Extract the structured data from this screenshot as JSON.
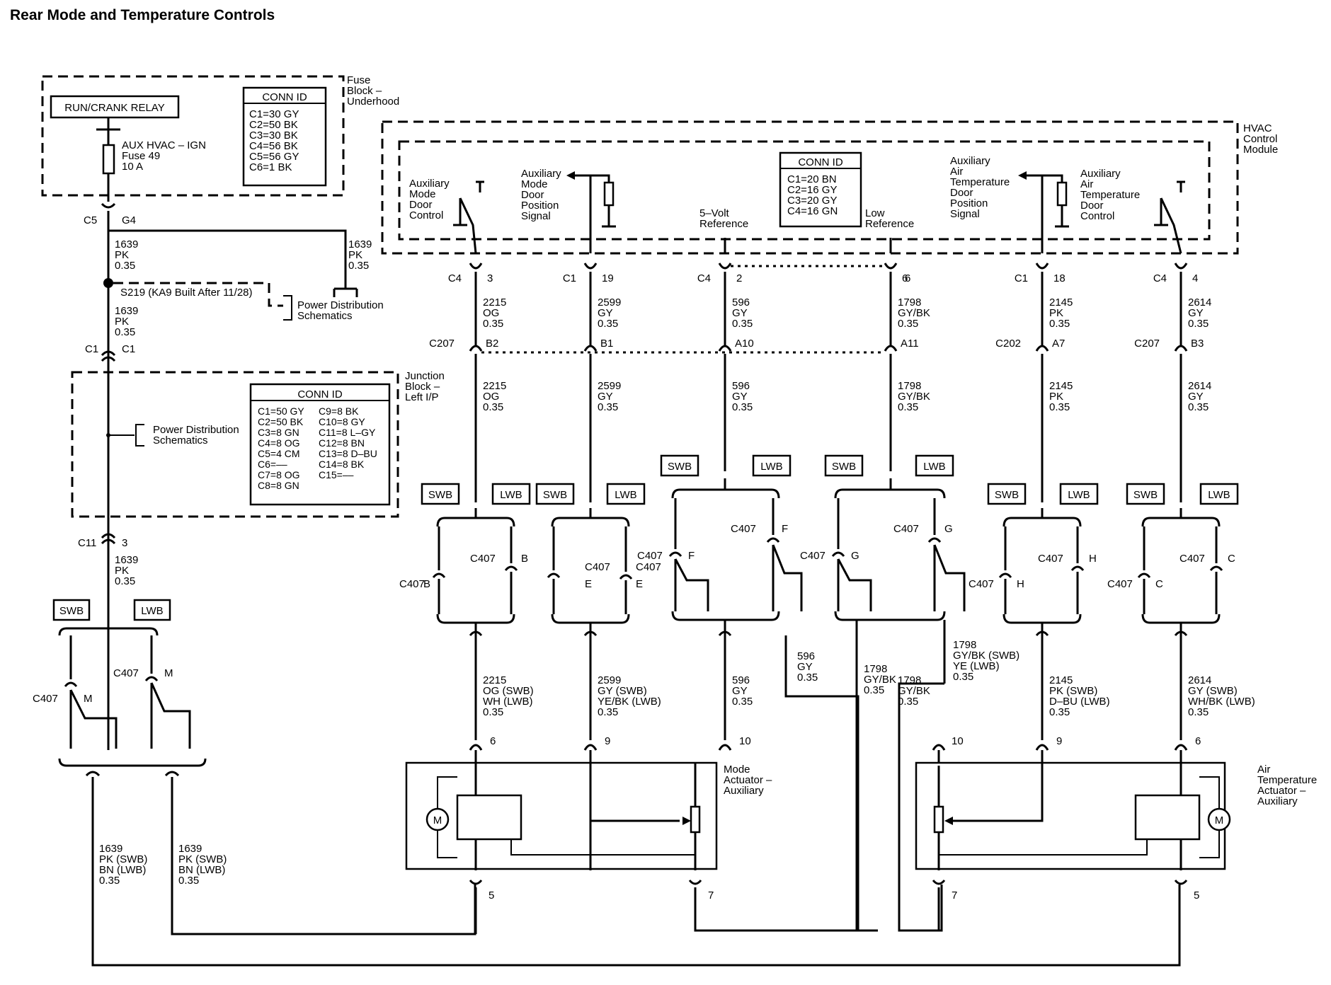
{
  "title": "Rear Mode and Temperature Controls",
  "fuse_block": {
    "label": [
      "Fuse",
      "Block –",
      "Underhood"
    ],
    "relay": "RUN/CRANK RELAY",
    "fuse": [
      "AUX HVAC – IGN",
      "Fuse 49",
      "10 A"
    ],
    "conn_title": "CONN ID",
    "conn": [
      "C1=30 GY",
      "C2=50 BK",
      "C3=30 BK",
      "C4=56 BK",
      "C5=56 GY",
      "C6=1 BK"
    ]
  },
  "hvac_module": {
    "label": [
      "HVAC",
      "Control",
      "Module"
    ],
    "conn_title": "CONN ID",
    "conn": [
      "C1=20 BN",
      "C2=16 GY",
      "C3=20 GY",
      "C4=16 GN"
    ],
    "mode_ctrl": [
      "Auxiliary",
      "Mode",
      "Door",
      "Control"
    ],
    "mode_pos": [
      "Auxiliary",
      "Mode",
      "Door",
      "Position",
      "Signal"
    ],
    "five_volt": [
      "5–Volt",
      "Reference"
    ],
    "low_ref": [
      "Low",
      "Reference"
    ],
    "air_pos": [
      "Auxiliary",
      "Air",
      "Temperature",
      "Door",
      "Position",
      "Signal"
    ],
    "air_ctrl": [
      "Auxiliary",
      "Air",
      "Temperature",
      "Door",
      "Control"
    ]
  },
  "junction_block": {
    "label": [
      "Junction",
      "Block –",
      "Left I/P"
    ],
    "conn_title": "CONN ID",
    "conn_left": [
      "C1=50 GY",
      "C2=50 BK",
      "C3=8 GN",
      "C4=8 OG",
      "C5=4 CM",
      "C6=––",
      "C7=8 OG",
      "C8=8 GN"
    ],
    "conn_right": [
      "C9=8 BK",
      "C10=8 GY",
      "C11=8 L–GY",
      "C12=8 BN",
      "C13=8 D–BU",
      "C14=8 BK",
      "C15=––"
    ]
  },
  "power_dist_1": [
    "Power Distribution",
    "Schematics"
  ],
  "power_dist_2": [
    "Power Distribution",
    "Schematics"
  ],
  "splice": "S219 (KA9 Built After 11/28)",
  "swb": "SWB",
  "lwb": "LWB",
  "c407": "C407",
  "left_circuit": {
    "c5": "C5",
    "g4": "G4",
    "w1": [
      "1639",
      "PK",
      "0.35"
    ],
    "w_right": [
      "1639",
      "PK",
      "0.35"
    ],
    "w2": [
      "1639",
      "PK",
      "0.35"
    ],
    "c1a": "C1",
    "c1b": "C1",
    "c11": "C11",
    "pin3": "3",
    "w3": [
      "1639",
      "PK",
      "0.35"
    ],
    "pin_m": "M",
    "w_bot1": [
      "1639",
      "PK (SWB)",
      "BN (LWB)",
      "0.35"
    ],
    "w_bot2": [
      "1639",
      "PK (SWB)",
      "BN (LWB)",
      "0.35"
    ]
  },
  "columns": [
    {
      "conn": "C4",
      "pin": "3",
      "wa": [
        "2215",
        "OG",
        "0.35"
      ],
      "c2": "C207",
      "pin2": "B2",
      "wb": [
        "2215",
        "OG",
        "0.35"
      ],
      "c407pin": "B",
      "wc": [
        "2215",
        "OG (SWB)",
        "WH (LWB)",
        "0.35"
      ],
      "apin": "6"
    },
    {
      "conn": "C1",
      "pin": "19",
      "wa": [
        "2599",
        "GY",
        "0.35"
      ],
      "c2": "",
      "pin2": "B1",
      "wb": [
        "2599",
        "GY",
        "0.35"
      ],
      "c407pin": "E",
      "wc": [
        "2599",
        "GY (SWB)",
        "YE/BK (LWB)",
        "0.35"
      ],
      "apin": "9"
    },
    {
      "conn": "C4",
      "pin": "2",
      "wa": [
        "596",
        "GY",
        "0.35"
      ],
      "c2": "",
      "pin2": "A10",
      "wb": [
        "596",
        "GY",
        "0.35"
      ],
      "c407pin": "F",
      "wc": [
        "596",
        "GY",
        "0.35"
      ],
      "apin": "10",
      "wd": [
        "596",
        "GY",
        "0.35"
      ]
    },
    {
      "conn": "",
      "pin": "6",
      "wa": [
        "1798",
        "GY/BK",
        "0.35"
      ],
      "c2": "",
      "pin2": "A11",
      "wb": [
        "1798",
        "GY/BK",
        "0.35"
      ],
      "c407pin": "G",
      "wc": [
        "1798",
        "GY/BK",
        "0.35"
      ],
      "wd": [
        "1798",
        "GY/BK (SWB)",
        "YE (LWB)",
        "0.35"
      ]
    },
    {
      "conn": "C1",
      "pin": "18",
      "wa": [
        "2145",
        "PK",
        "0.35"
      ],
      "c2": "C202",
      "pin2": "A7",
      "wb": [
        "2145",
        "PK",
        "0.35"
      ],
      "c407pin": "H",
      "wc": [
        "2145",
        "PK (SWB)",
        "D–BU (LWB)",
        "0.35"
      ],
      "apin": "9"
    },
    {
      "conn": "C4",
      "pin": "4",
      "wa": [
        "2614",
        "GY",
        "0.35"
      ],
      "c2": "C207",
      "pin2": "B3",
      "wb": [
        "2614",
        "GY",
        "0.35"
      ],
      "c407pin": "C",
      "wc": [
        "2614",
        "GY (SWB)",
        "WH/BK (LWB)",
        "0.35"
      ],
      "apin": "6"
    }
  ],
  "mode_actuator": {
    "label": [
      "Mode",
      "Actuator –",
      "Auxiliary"
    ],
    "motor": "M",
    "pin5": "5",
    "pin7": "7"
  },
  "air_actuator": {
    "label": [
      "Air",
      "Temperature",
      "Actuator –",
      "Auxiliary"
    ],
    "motor": "M",
    "pin10": "10",
    "pin7": "7",
    "pin5": "5"
  }
}
